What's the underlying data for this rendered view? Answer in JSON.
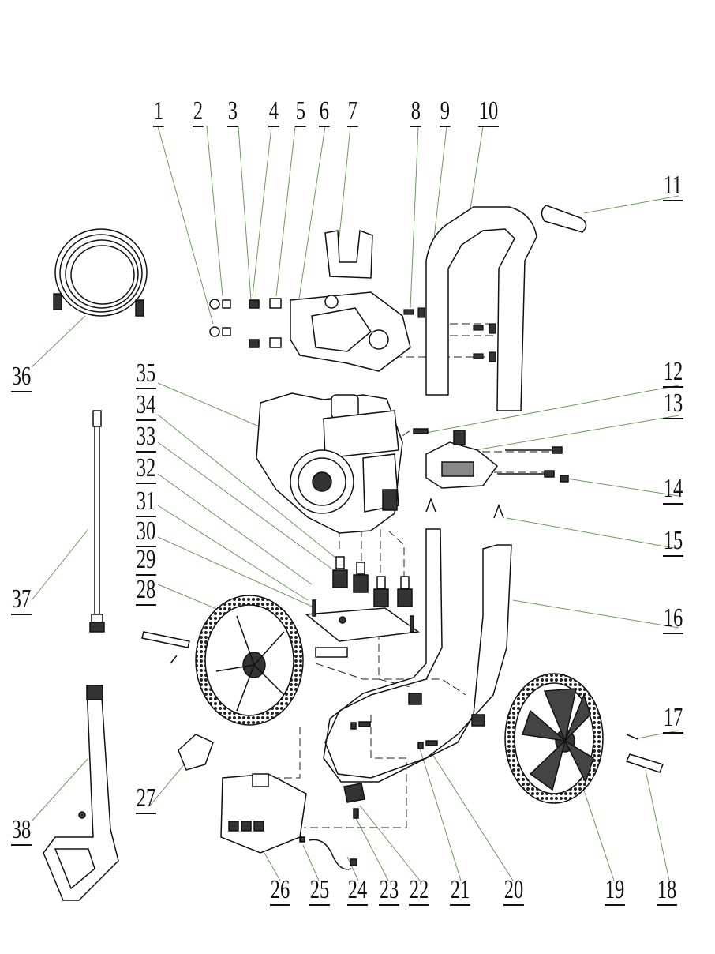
{
  "callouts": {
    "n1": "1",
    "n2": "2",
    "n3": "3",
    "n4": "4",
    "n5": "5",
    "n6": "6",
    "n7": "7",
    "n8": "8",
    "n9": "9",
    "n10": "10",
    "n11": "11",
    "n12": "12",
    "n13": "13",
    "n14": "14",
    "n15": "15",
    "n16": "16",
    "n17": "17",
    "n18": "18",
    "n19": "19",
    "n20": "20",
    "n21": "21",
    "n22": "22",
    "n23": "23",
    "n24": "24",
    "n25": "25",
    "n26": "26",
    "n27": "27",
    "n28": "28",
    "n29": "29",
    "n30": "30",
    "n31": "31",
    "n32": "32",
    "n33": "33",
    "n34": "34",
    "n35": "35",
    "n36": "36",
    "n37": "37",
    "n38": "38"
  },
  "colors": {
    "line": "#111111",
    "leader": "#6a9a5a",
    "dash": "#222222"
  }
}
